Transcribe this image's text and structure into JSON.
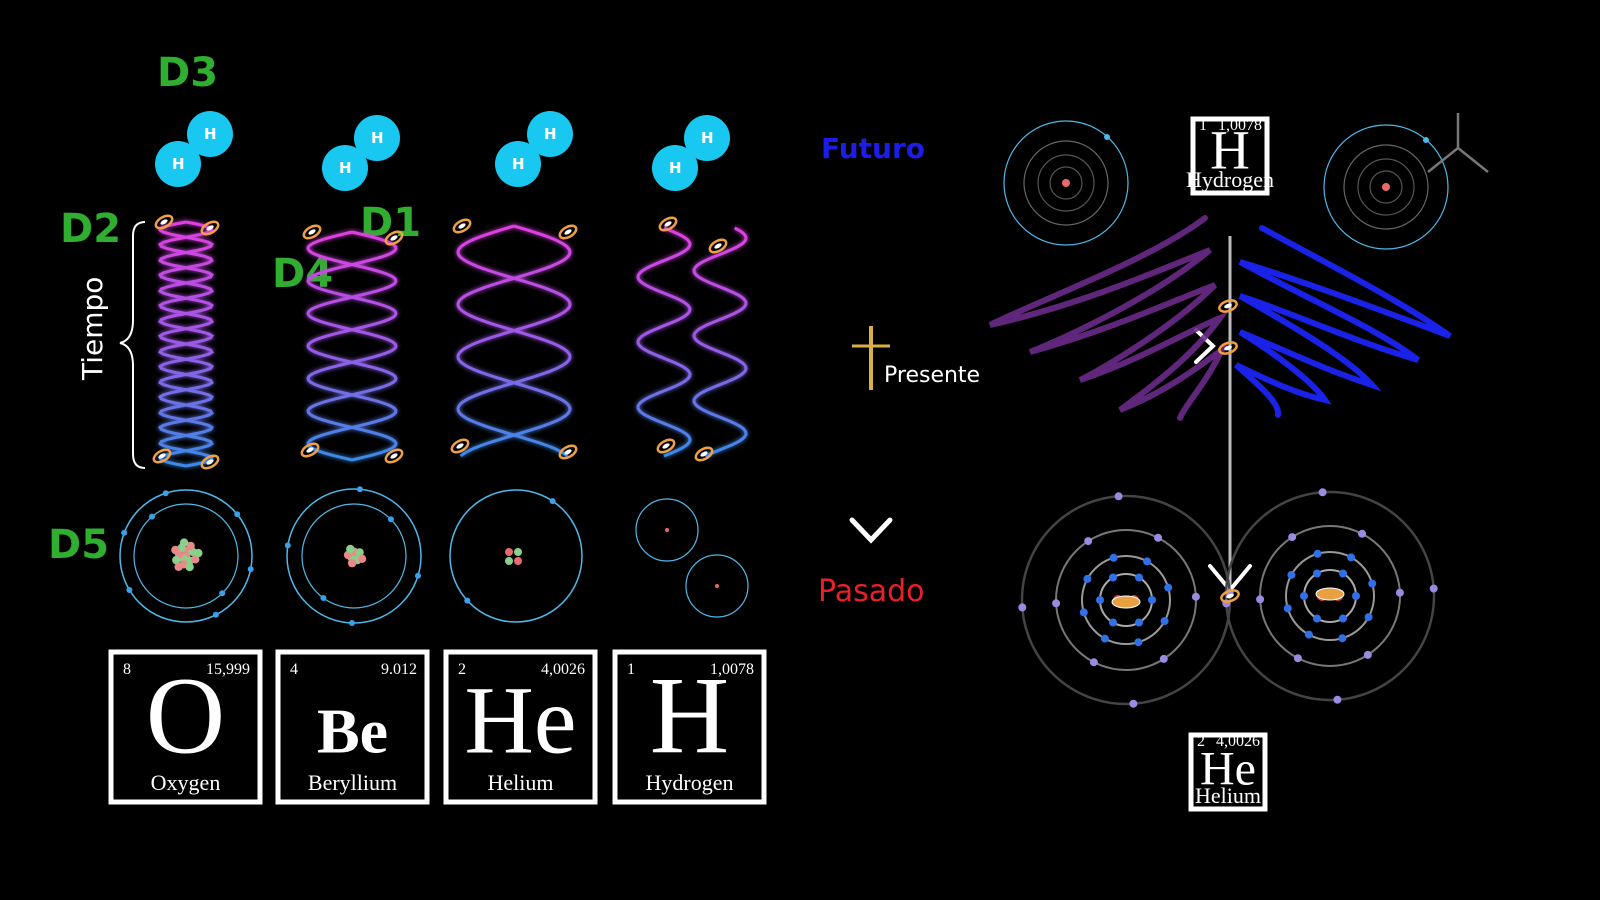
{
  "labels": {
    "d1": "D1",
    "d2": "D2",
    "d3": "D3",
    "d4": "D4",
    "d5": "D5",
    "tiempo": "Tiempo",
    "futuro": "Futuro",
    "presente": "Presente",
    "pasado": "Pasado",
    "hydrogen_atom": "H"
  },
  "colors": {
    "green": "#2fae2f",
    "futuro": "#1d1de8",
    "pasado": "#e8202a",
    "hydrogen_ball": "#18c8f0",
    "helix_pink": "#e040e0",
    "helix_blue": "#3a7fe8",
    "purple_wave": "#7a2a9a",
    "blue_wave": "#1a22e0"
  },
  "elements": [
    {
      "number": "8",
      "mass": "15,999",
      "symbol": "O",
      "name": "Oxygen"
    },
    {
      "number": "4",
      "mass": "9.012",
      "symbol": "Be",
      "name": "Beryllium"
    },
    {
      "number": "2",
      "mass": "4,0026",
      "symbol": "He",
      "name": "Helium"
    },
    {
      "number": "1",
      "mass": "1,0078",
      "symbol": "H",
      "name": "Hydrogen"
    }
  ],
  "right_elements": {
    "top": {
      "number": "1",
      "mass": "1,0078",
      "symbol": "H",
      "name": "Hydrogen"
    },
    "bottom": {
      "number": "2",
      "mass": "4,0026",
      "symbol": "He",
      "name": "Helium"
    }
  }
}
